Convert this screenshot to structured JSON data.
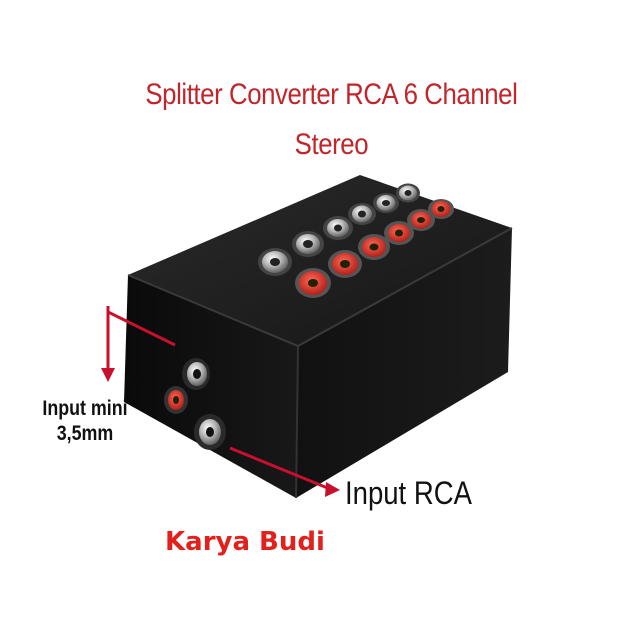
{
  "title": {
    "line1": "Splitter Converter RCA 6 Channel",
    "line2": "Stereo"
  },
  "labels": {
    "input_mini": "Input mini 3,5mm",
    "input_rca": "Input RCA"
  },
  "brand": "Karya Budi",
  "colors": {
    "title_red": "#c0262b",
    "brand_red": "#e3211c",
    "box_black": "#151515",
    "jack_red": "#d9362c",
    "arrow_red": "#c8102e"
  }
}
